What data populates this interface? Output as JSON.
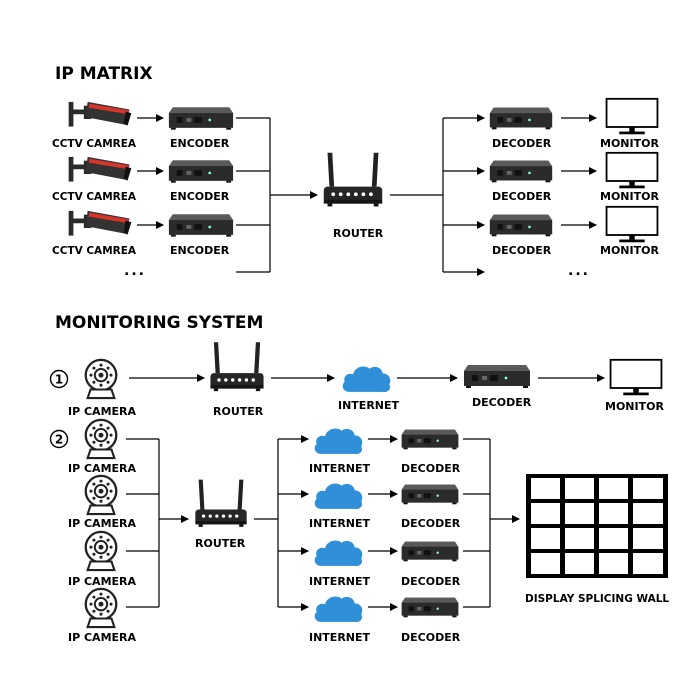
{
  "ip_matrix": {
    "title": "IP MATRIX",
    "camera_label": "CCTV CAMREA",
    "encoder_label": "ENCODER",
    "router_label": "ROUTER",
    "decoder_label": "DECODER",
    "monitor_label": "MONITOR",
    "ellipsis": "..."
  },
  "monitoring": {
    "title": "MONITORING SYSTEM",
    "scenario1": {
      "number": "1",
      "camera_label": "IP CAMERA",
      "router_label": "ROUTER",
      "internet_label": "INTERNET",
      "decoder_label": "DECODER",
      "monitor_label": "MONITOR"
    },
    "scenario2": {
      "number": "2",
      "camera_label": "IP CAMERA",
      "router_label": "ROUTER",
      "internet_label": "INTERNET",
      "decoder_label": "DECODER",
      "wall_label": "DISPLAY SPLICING WALL"
    }
  },
  "colors": {
    "cloud": "#2f8fd8",
    "device": "#2b2b2b"
  },
  "icons": [
    "cctv-camera-icon",
    "encoder-icon",
    "router-icon",
    "decoder-icon",
    "monitor-icon",
    "ip-camera-icon",
    "cloud-icon",
    "display-wall-icon"
  ]
}
